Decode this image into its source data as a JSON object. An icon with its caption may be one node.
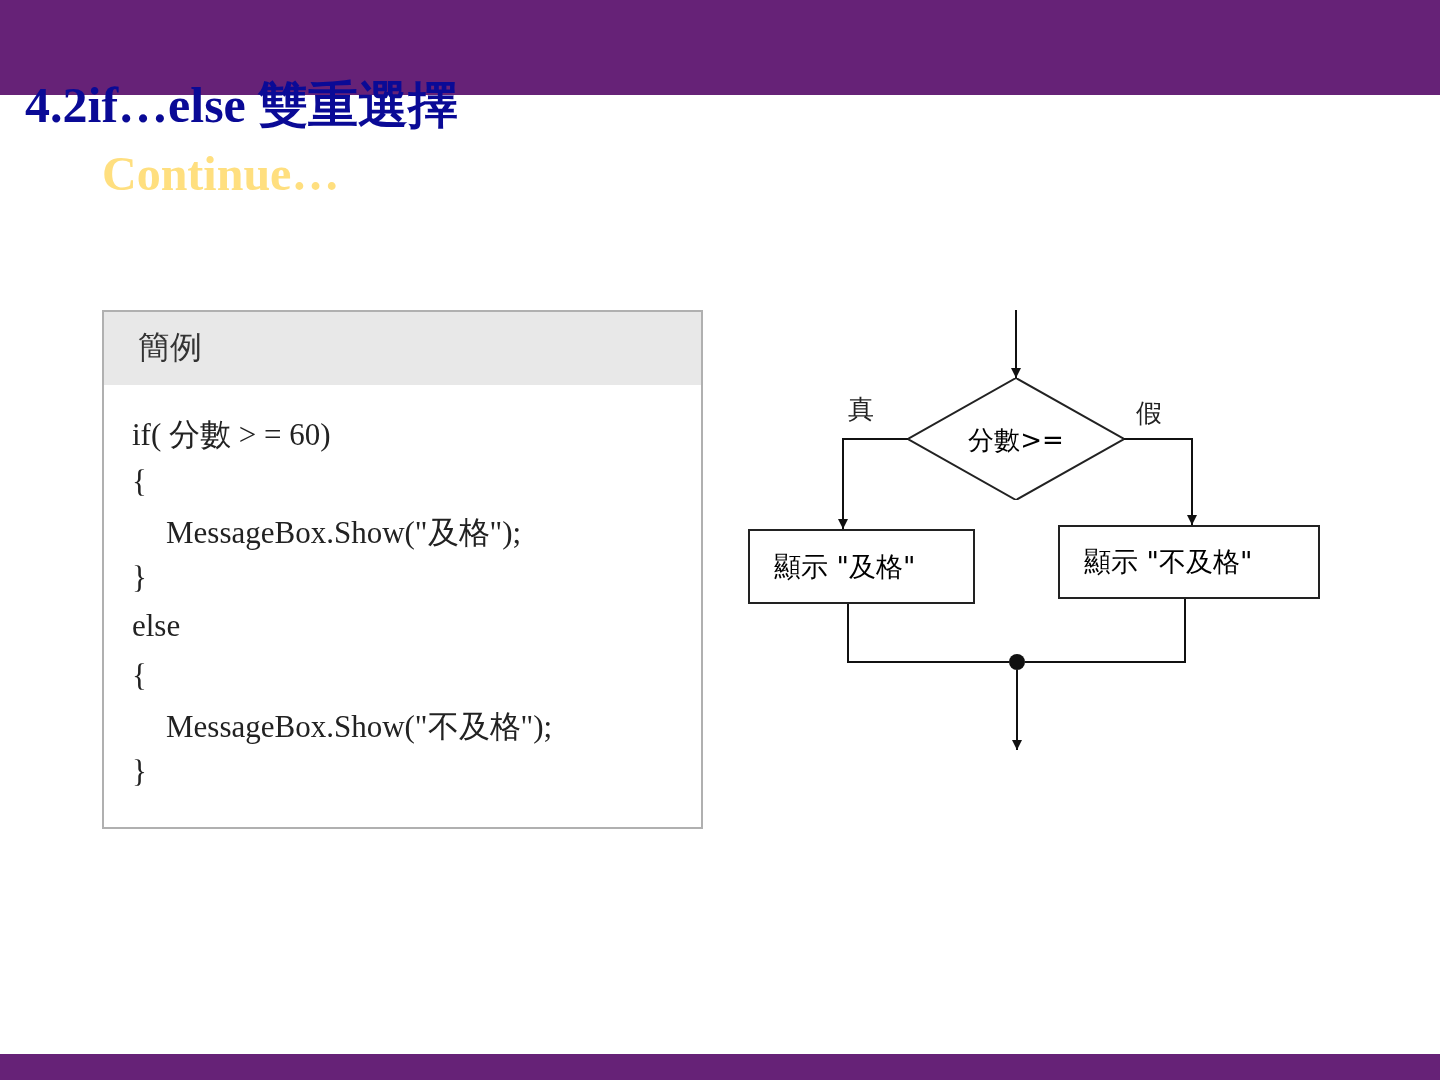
{
  "diagram": {
    "title": "4.2if…else 雙重選擇",
    "nodes": [
      {
        "text": [
          "簡例"
        ]
      },
      {
        "text": [
          "分數>="
        ]
      },
      {
        "text": [
          "顯示 \"及格\""
        ]
      },
      {
        "text": [
          "顯示 \"不及格\""
        ]
      },
      {
        "text": [],
        "shape": "circle"
      }
    ],
    "edges": [
      {
        "from": null,
        "to": 1,
        "arrow": "to"
      },
      {
        "from": 1,
        "to": 2,
        "arrow": "to",
        "label": "真"
      },
      {
        "from": 1,
        "to": 3,
        "arrow": "to",
        "label": "假"
      },
      {
        "from": 2,
        "to": 4,
        "arrow": "none"
      },
      {
        "from": 3,
        "to": 4,
        "arrow": "none"
      },
      {
        "from": 4,
        "to": null,
        "arrow": "to"
      }
    ],
    "labels": [
      "Continue…",
      "if( 分數 > = 60)",
      "{",
      "MessageBox.Show(\"及格\");",
      "}",
      "else",
      "{",
      "MessageBox.Show(\"不及格\");",
      "}"
    ]
  }
}
